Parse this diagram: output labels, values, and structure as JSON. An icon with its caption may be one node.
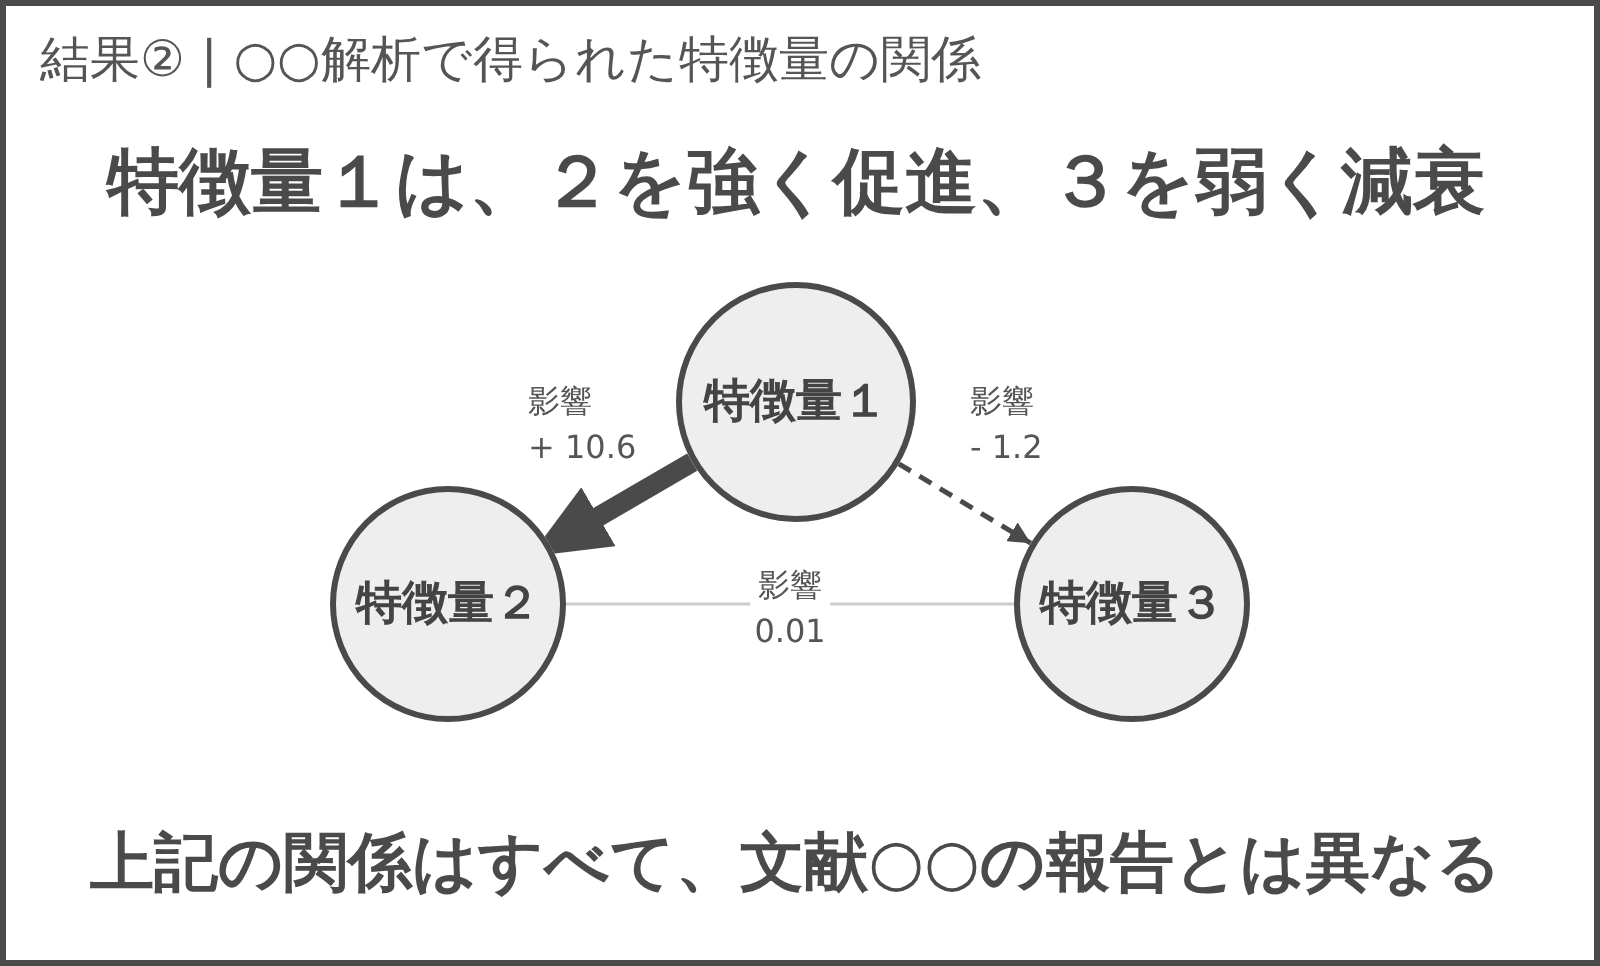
{
  "diagram": {
    "title": "結果② | ○○解析で得られた特徴量の関係",
    "nodes": [
      {
        "text": [
          "特徴量１"
        ]
      },
      {
        "text": [
          "特徴量２"
        ]
      },
      {
        "text": [
          "特徴量３"
        ]
      }
    ],
    "edges": [
      {
        "from": 0,
        "to": 1,
        "arrow": "to",
        "label": "影響 + 10.6",
        "style": "thick"
      },
      {
        "from": 0,
        "to": 2,
        "arrow": "to",
        "label": "影響 - 1.2",
        "style": "dashed"
      },
      {
        "from": 1,
        "to": 2,
        "arrow": "none",
        "label": "影響 0.01",
        "color": "#cccccc"
      }
    ],
    "labels": [
      "特徴量１は、２を強く促進、３を弱く減衰",
      "上記の関係はすべて、文献○○の報告とは異なる"
    ]
  }
}
